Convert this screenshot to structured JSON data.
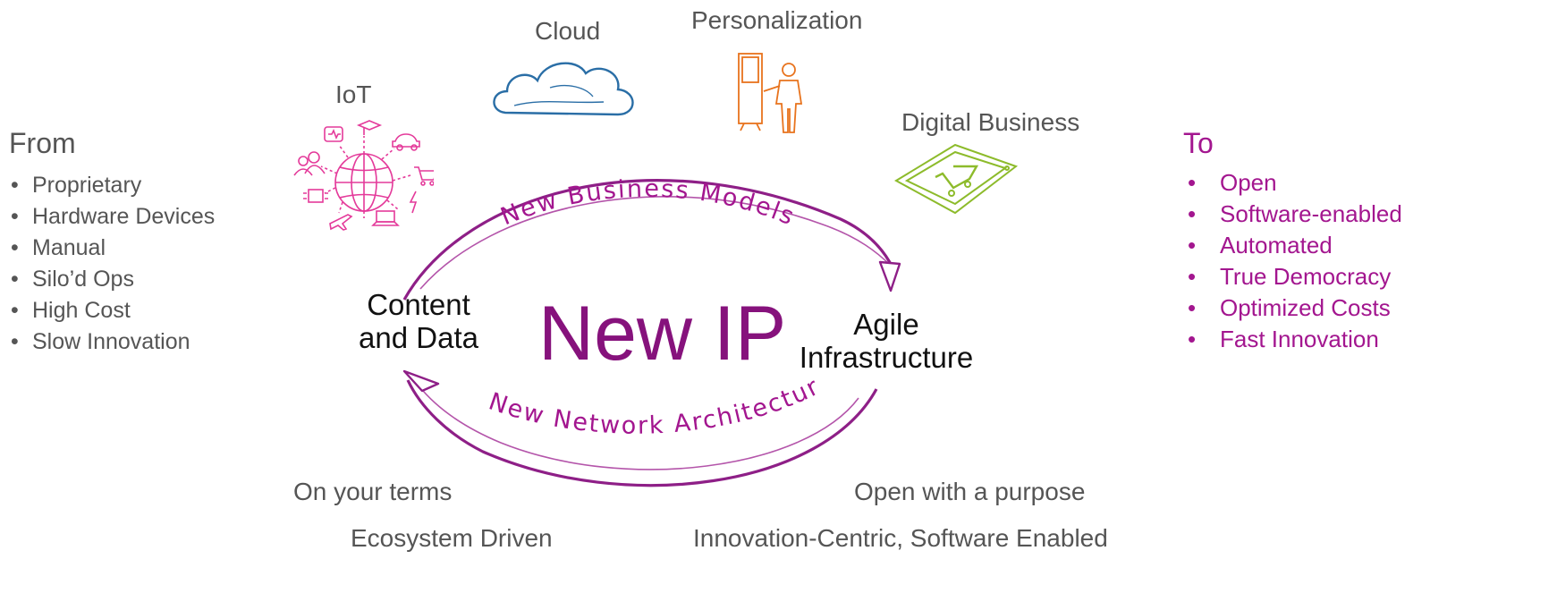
{
  "from": {
    "heading": "From",
    "items": [
      "Proprietary",
      "Hardware Devices",
      "Manual",
      "Silo’d Ops",
      "High Cost",
      "Slow Innovation"
    ],
    "bullet": "•"
  },
  "to": {
    "heading": "To",
    "items": [
      "Open",
      "Software-enabled",
      "Automated",
      "True Democracy",
      "Optimized Costs",
      "Fast Innovation"
    ],
    "bullet": "•"
  },
  "top_labels": {
    "iot": "IoT",
    "cloud": "Cloud",
    "personalization": "Personalization",
    "digital_business": "Digital Business"
  },
  "center": {
    "title": "New IP",
    "left_node": "Content and Data",
    "right_node": "Agile Infrastructure",
    "top_arc": "New Business Models",
    "bottom_arc": "New Network Architecture"
  },
  "bottom_labels": {
    "left_1": "On your terms",
    "left_2": "Ecosystem Driven",
    "right_1": "Open with a purpose",
    "right_2": "Innovation-Centric, Software Enabled"
  },
  "colors": {
    "accent": "#a3168f",
    "arc": "#8e1f87",
    "iot_icon": "#e43a9a",
    "cloud_icon": "#2a6ea6",
    "personalization_icon": "#e8731d",
    "digital_business_icon": "#8dbb2b",
    "text_gray": "#555555"
  },
  "icons": {
    "iot": "iot-globe-icon",
    "cloud": "cloud-icon",
    "personalization": "person-screen-icon",
    "digital_business": "tablet-cart-icon"
  }
}
